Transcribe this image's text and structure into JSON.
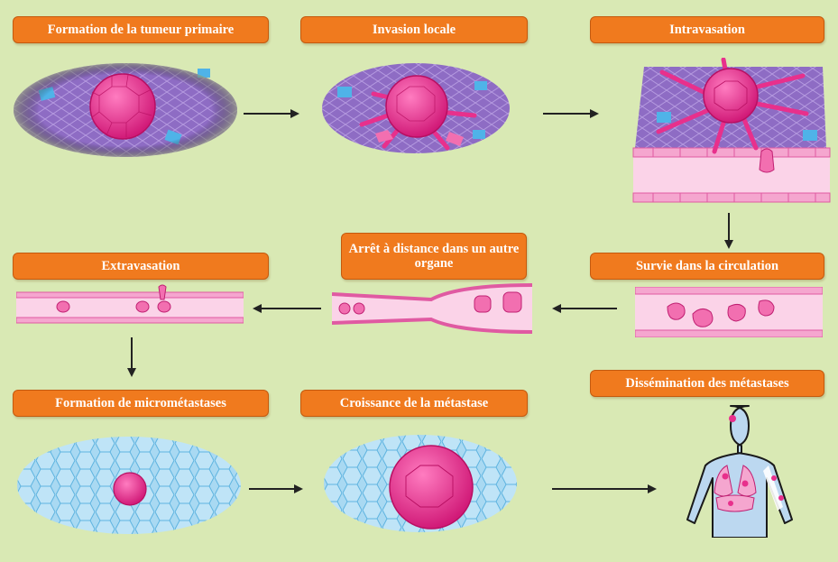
{
  "steps": {
    "primary_tumor": "Formation de la tumeur primaire",
    "local_invasion": "Invasion locale",
    "intravasation": "Intravasation",
    "circulation_survival": "Survie dans la circulation",
    "distant_arrest": "Arrêt à distance dans un autre organe",
    "extravasation": "Extravasation",
    "micrometastases": "Formation de micrométastases",
    "metastasis_growth": "Croissance de la métastase",
    "dissemination": "Dissémination des métastases"
  },
  "colors": {
    "background": "#d9e9b4",
    "label_fill": "#f07a1e",
    "tumor_pink": "#e8308c",
    "tissue_purple": "#8e6cc4",
    "vessel_pink": "#f5a6cf",
    "healthy_tissue_blue": "#a9d9f2",
    "arrow": "#222222"
  }
}
